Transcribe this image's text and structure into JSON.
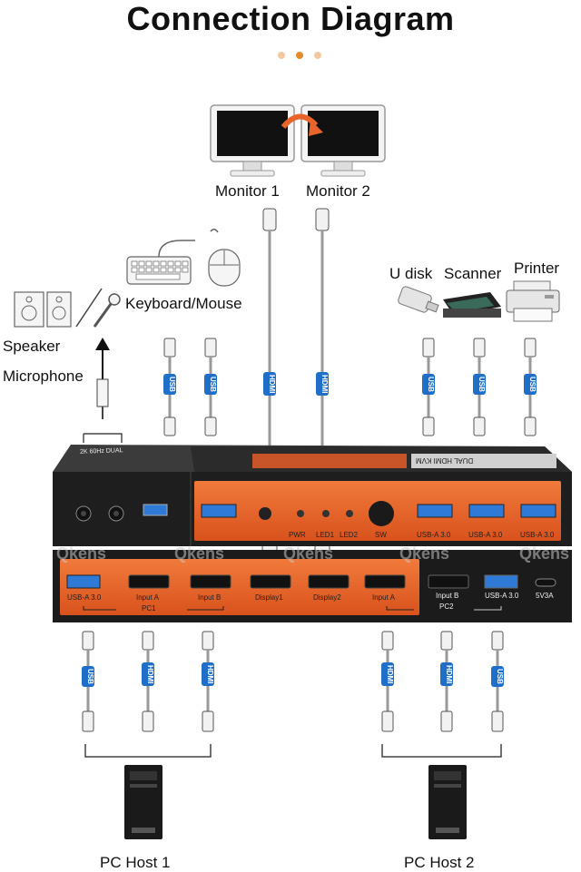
{
  "title": "Connection Diagram",
  "accent_colors": {
    "orange": "#e8642b",
    "dot_light": "#f3c9a2",
    "dot_dark": "#e58a2d",
    "cable_tag": "#1f6fc9",
    "device_body": "#2a2a2a"
  },
  "top_devices": {
    "monitor1": "Monitor 1",
    "monitor2": "Monitor 2"
  },
  "peripherals": {
    "keyboard_mouse": "Keyboard/Mouse",
    "speaker": "Speaker",
    "microphone": "Microphone",
    "udisk": "U disk",
    "scanner": "Scanner",
    "printer": "Printer"
  },
  "cable_tags": {
    "usb": "USB",
    "hdmi": "HDMI"
  },
  "kvm_top": {
    "front_ports": {
      "pwr": "PWR",
      "led1": "LED1",
      "led2": "LED2",
      "sw": "SW",
      "usb1": "USB-A 3.0",
      "usb2": "USB-A 3.0",
      "usb3": "USB-A 3.0"
    },
    "brand_text": "DUAL HDMI KVM",
    "model_text": "2K 60Hz DUAL"
  },
  "kvm_bottom": {
    "ports": {
      "usb": "USB-A 3.0",
      "input_a": "Input A",
      "pc1": "PC1",
      "input_b": "Input B",
      "display1": "Display1",
      "display2": "Display2",
      "input_a2": "Input A",
      "input_b2": "Input B",
      "pc2": "PC2",
      "usb2": "USB-A 3.0",
      "power": "5V3A"
    }
  },
  "watermark": "Qkens",
  "hosts": {
    "pc1": "PC Host 1",
    "pc2": "PC Host 2"
  }
}
